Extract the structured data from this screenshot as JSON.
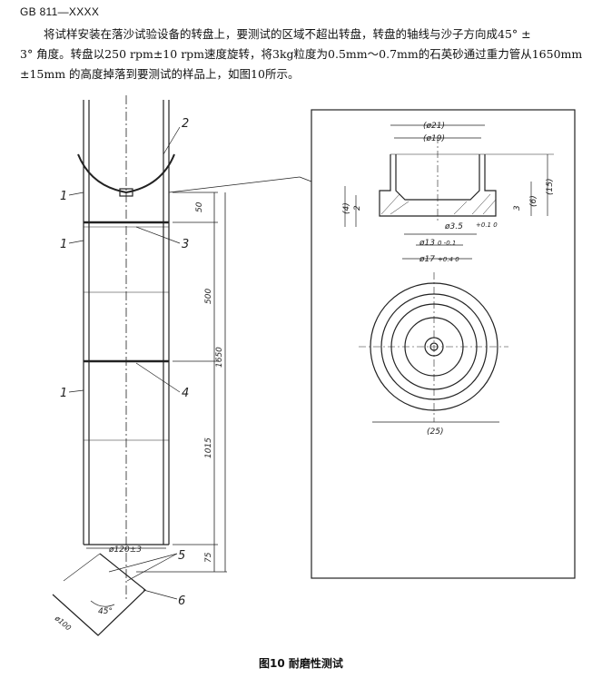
{
  "header": {
    "doc_code": "GB 811—XXXX"
  },
  "paragraph": {
    "line1": "将试样安装在落沙试验设备的转盘上，要测试的区域不超出转盘，转盘的轴线与沙子方向成45° ±",
    "line2": "3° 角度。转盘以250 rpm±10 rpm速度旋转，将3kg粒度为0.5mm～0.7mm的石英砂通过重力管从1650mm",
    "line3": "±15mm 的高度掉落到要测试的样品上，如图10所示。"
  },
  "figure": {
    "caption": "图10  耐磨性测试",
    "left": {
      "callouts": [
        "1",
        "2",
        "1",
        "3",
        "1",
        "4",
        "5",
        "6"
      ],
      "dims": {
        "d50": "50",
        "d500": "500",
        "d1650": "1650",
        "d1015": "1015",
        "d75": "75",
        "dia120": "ø120±3",
        "dia100": "ø100",
        "angle": "45°"
      }
    },
    "right": {
      "dims": {
        "d21": "(ø21)",
        "d19": "(ø19)",
        "h15": "(15)",
        "h6": "(6)",
        "h4": "(4)",
        "h2": "2",
        "h3": "3",
        "d35": "ø3.5",
        "tol35": "+0.1 0",
        "d13": "ø13",
        "tol13": "0 -0.1",
        "d17": "ø17",
        "tol17": "+0.4 0",
        "d25": "(25)"
      }
    }
  }
}
